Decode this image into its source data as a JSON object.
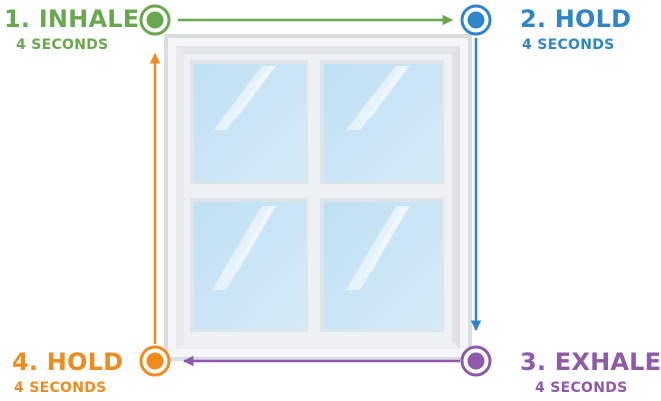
{
  "steps": [
    {
      "title": "1. INHALE",
      "duration": "4 SECONDS",
      "color": "#6aa84f"
    },
    {
      "title": "2. HOLD",
      "duration": "4 SECONDS",
      "color": "#2e86c9"
    },
    {
      "title": "3. EXHALE",
      "duration": "4 SECONDS",
      "color": "#8e5aa9"
    },
    {
      "title": "4. HOLD",
      "duration": "4 SECONDS",
      "color": "#ef8c1c"
    }
  ],
  "window": {
    "frame_color": "#f3f5f7",
    "glass_color": "#cfe6f5"
  }
}
